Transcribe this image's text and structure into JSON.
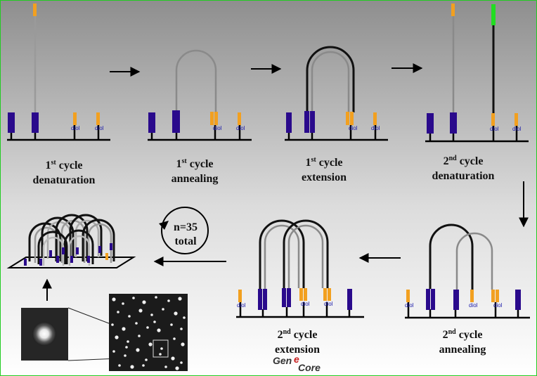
{
  "steps": [
    {
      "ord": "1",
      "sup": "st",
      "word": "cycle",
      "name": "denaturation"
    },
    {
      "ord": "1",
      "sup": "st",
      "word": "cycle",
      "name": "annealing"
    },
    {
      "ord": "1",
      "sup": "st",
      "word": "cycle",
      "name": "extension"
    },
    {
      "ord": "2",
      "sup": "nd",
      "word": "cycle",
      "name": "denaturation"
    },
    {
      "ord": "2",
      "sup": "nd",
      "word": "cycle",
      "name": "annealing"
    },
    {
      "ord": "2",
      "sup": "nd",
      "word": "cycle",
      "name": "extension"
    }
  ],
  "diol_label": "diol",
  "repeat": {
    "line1": "n=35",
    "line2": "total"
  },
  "logo": {
    "part1": "Gen",
    "part2": "e",
    "part3": "Core"
  },
  "colors": {
    "primer_blue": "#2a0a8c",
    "diol_orange": "#f2a020",
    "tag_green": "#22dd22",
    "template_gray": "#8a8a8a",
    "new_strand": "#111111",
    "frame_green": "#22cc22"
  }
}
